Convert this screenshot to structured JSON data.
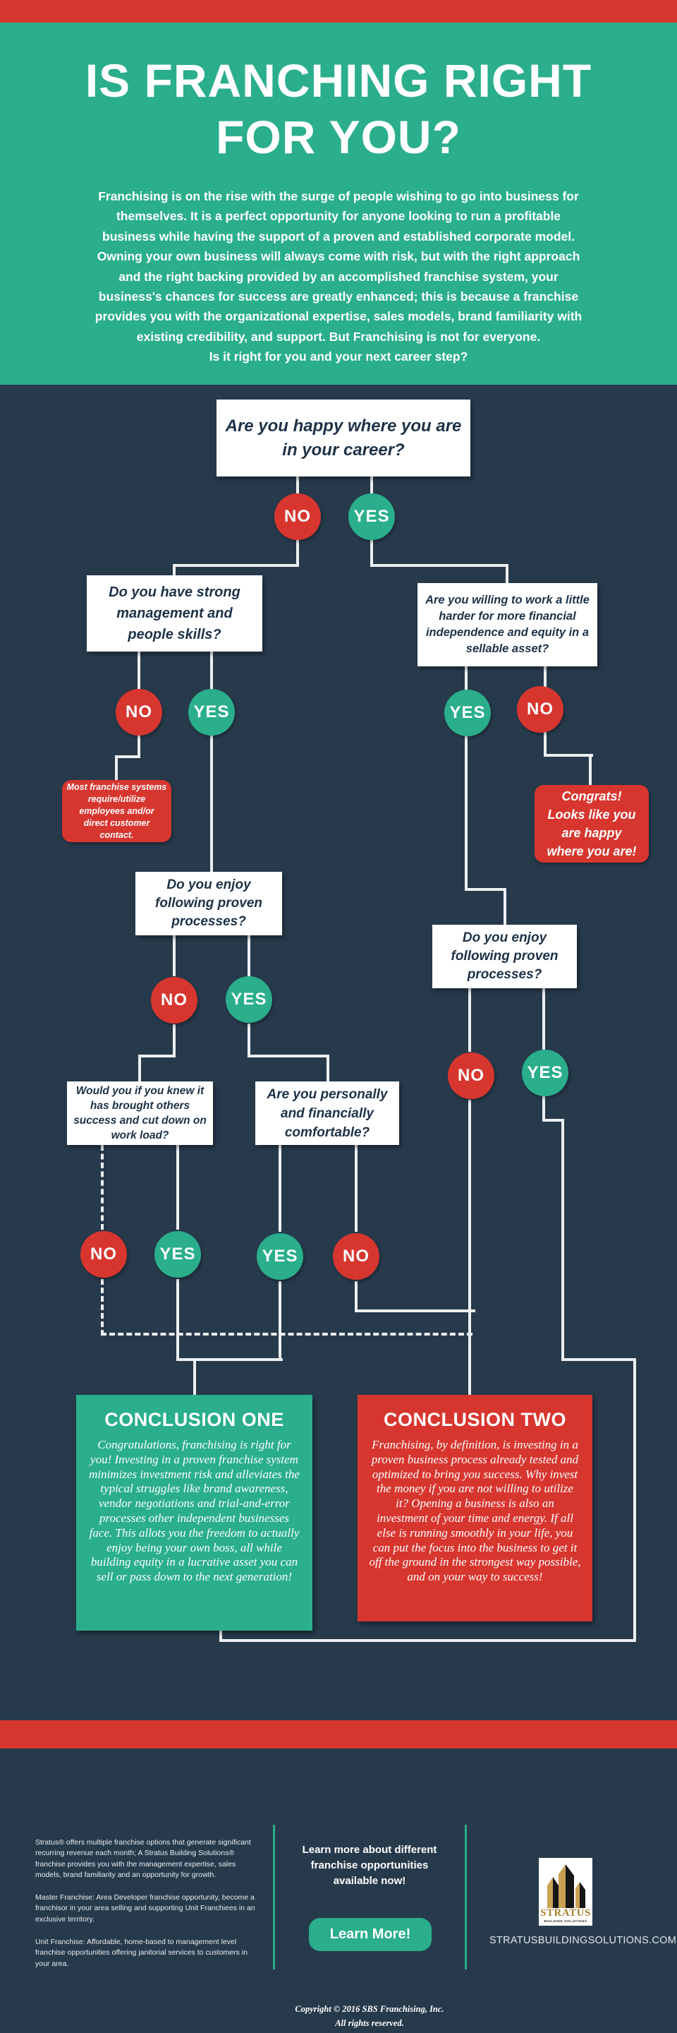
{
  "colors": {
    "navy": "#273a4c",
    "green": "#2aae8c",
    "red": "#d7362f",
    "line": "#edf0f2"
  },
  "header": {
    "title": "IS FRANCHING RIGHT\nFOR YOU?",
    "intro": "Franchising is on the rise with the surge of people wishing to go into business for\nthemselves. It is a perfect opportunity for anyone looking to run a profitable\nbusiness while having the support of a proven and established corporate model.\nOwning your own business will always come with risk, but with the right approach\nand the right backing provided by an accomplished franchise system, your\nbusiness's chances for success are greatly enhanced; this is because a franchise\nprovides you with the organizational expertise, sales models, brand familiarity with\nexisting credibility, and support. But Franchising is not for everyone.\nIs it right for you and your next career step?"
  },
  "labels": {
    "yes": "YES",
    "no": "NO"
  },
  "questions": {
    "career": "Are you happy where you are in your career?",
    "management": "Do you have strong management and people skills?",
    "work_harder": "Are you willing to work a little harder for more financial independence and equity in a sellable asset?",
    "processes_left": "Do you enjoy following proven processes?",
    "processes_right": "Do you enjoy following proven processes?",
    "would_you": "Would you if you knew it has brought others success and cut down on work load?",
    "comfortable": "Are you personally and financially comfortable?"
  },
  "notes": {
    "employees": "Most franchise systems\nrequire/utilize\nemployees and/or\ndirect customer\ncontact.",
    "congrats": "Congrats!\nLooks like you\nare happy\nwhere you are!"
  },
  "conclusions": {
    "one": {
      "title": "CONCLUSION ONE",
      "body": "Congratulations, franchising is right for you! Investing in a proven franchise system minimizes investment risk and alleviates the typical struggles like brand awareness, vendor negotiations and trial-and-error processes other independent businesses face. This allots you the freedom to actually enjoy being your own boss, all while building equity in a lucrative asset you can sell or pass down to the next generation!"
    },
    "two": {
      "title": "CONCLUSION TWO",
      "body": "Franchising, by definition, is investing in a proven business process already tested and optimized to bring you success. Why invest the money if you are not willing to utilize it? Opening a business is also an investment of your time and energy. If all else is running smoothly in your life, you can put the focus into the business to get it off the ground in the strongest way possible, and on your way to success!"
    }
  },
  "footer": {
    "paragraphs": [
      "Stratus® offers multiple franchise options that generate significant recurring revenue each month; A Stratus Building Solutions® franchise provides you with the management expertise, sales models, brand familiarity and an opportunity for growth.",
      "Master Franchise: Area Developer franchise opportunity, become a franchisor in your area selling and supporting Unit Franchiees in an exclusive territory.",
      "Unit Franchise: Affordable, home-based to management level franchise opportunities offering janitorial services to customers in your area."
    ],
    "cta_heading": "Learn more about different\nfranchise opportunities\navailable now!",
    "cta_button": "Learn More!",
    "logo_name": "STRATUS",
    "logo_tagline": "BUILDING SOLUTIONS",
    "website": "STRATUSBUILDINGSOLUTIONS.COM",
    "copyright": "Copyright © 2016 SBS Franchising, Inc.\nAll rights reserved."
  }
}
